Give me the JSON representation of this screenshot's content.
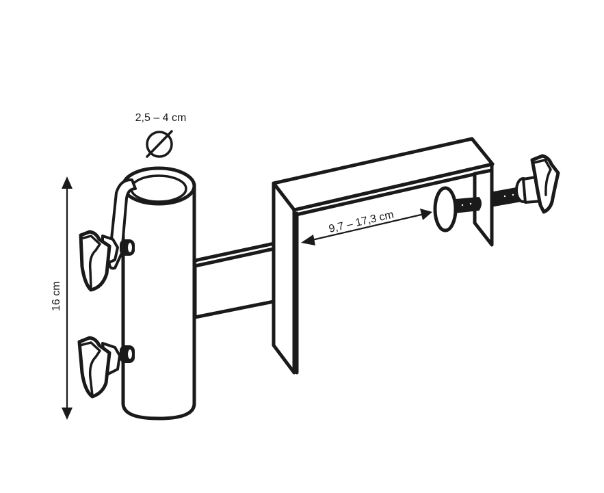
{
  "figure": {
    "type": "product-dimension-drawing",
    "subject": "umbrella holder clamp",
    "background_color": "#ffffff",
    "line_color": "#1a1a1a"
  },
  "dimensions": {
    "tube_diameter": {
      "label": "2,5 – 4 cm",
      "symbol": "⌀",
      "icon": "diameter-icon"
    },
    "height": {
      "label": "16 cm",
      "orientation": "vertical"
    },
    "clamp_range": {
      "label": "9,7 – 17,3 cm",
      "orientation": "diagonal"
    }
  },
  "parts": [
    {
      "name": "tube",
      "description": "vertical holder tube"
    },
    {
      "name": "upper-wing-knob",
      "description": "upper star knob screw"
    },
    {
      "name": "lower-wing-knob",
      "description": "lower star knob screw"
    },
    {
      "name": "arm",
      "description": "horizontal connecting arm"
    },
    {
      "name": "u-bracket",
      "description": "inverted U clamp bracket"
    },
    {
      "name": "pressure-plate",
      "description": "round clamp pad"
    },
    {
      "name": "clamp-knob",
      "description": "clamp star knob screw"
    }
  ]
}
